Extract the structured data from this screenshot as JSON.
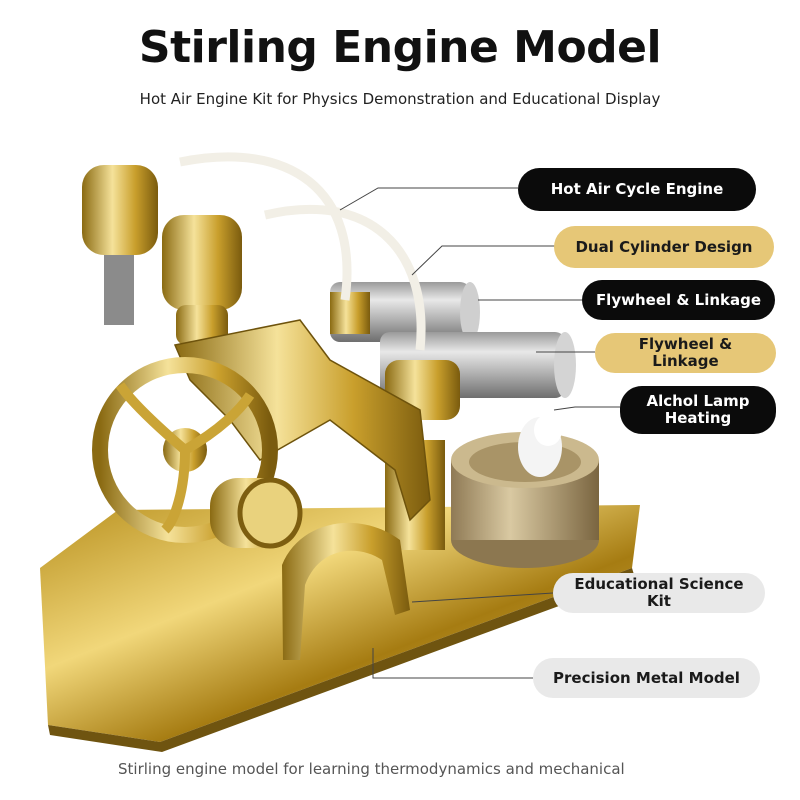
{
  "header": {
    "title": "Stirling Engine Model",
    "subtitle": "Hot Air Engine Kit for Physics Demonstration and Educational Display"
  },
  "labels": [
    {
      "text": "Hot Air Cycle Engine",
      "style": "dark"
    },
    {
      "text": "Dual Cylinder Design",
      "style": "gold"
    },
    {
      "text": "Flywheel & Linkage",
      "style": "dark"
    },
    {
      "text": "Flywheel & Linkage",
      "style": "gold"
    },
    {
      "text": "Alchol Lamp\nHeating",
      "style": "dark"
    },
    {
      "text": "Educational Science Kit",
      "style": "light"
    },
    {
      "text": "Precision Metal Model",
      "style": "light"
    }
  ],
  "footer": {
    "caption": "Stirling engine model for learning thermodynamics and mechanical"
  },
  "colors": {
    "gold_accent": "#e6c777",
    "dark_pill": "#0b0b0b",
    "light_pill": "#e9e9e9",
    "brass": "#c9a640"
  }
}
